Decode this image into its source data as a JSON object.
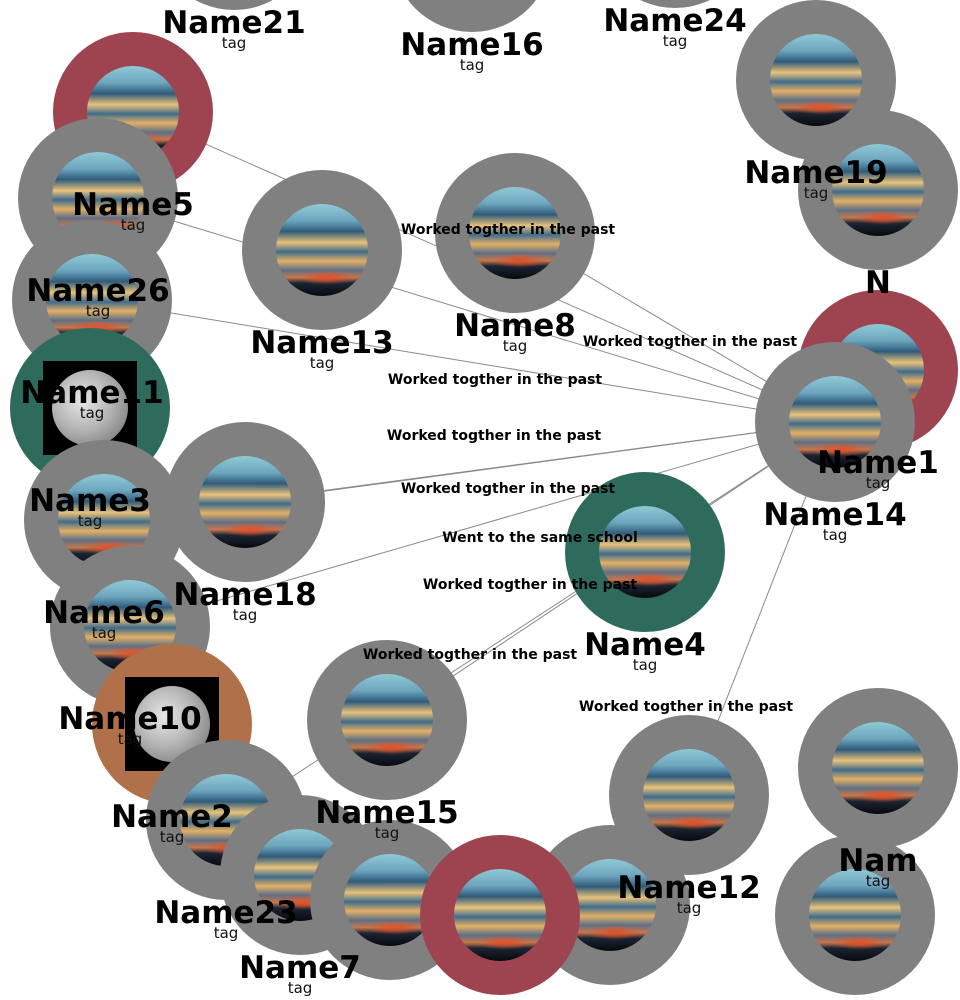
{
  "colors": {
    "default_ring": "#808080",
    "red_ring": "#9e4450",
    "green_ring": "#2e6b5c",
    "orange_ring": "#b0714a",
    "edge": "#8a8a8a"
  },
  "nodes": [
    {
      "name": "Name21",
      "tag": "tag",
      "ring": "#808080",
      "image": "sunset"
    },
    {
      "name": "Name16",
      "tag": "tag",
      "ring": "#808080",
      "image": "sunset"
    },
    {
      "name": "Name24",
      "tag": "tag",
      "ring": "#808080",
      "image": "sunset"
    },
    {
      "name": "Name19",
      "tag": "tag",
      "ring": "#808080",
      "image": "sunset"
    },
    {
      "name": "Name5",
      "tag": "tag",
      "ring": "#9e4450",
      "image": "sunset"
    },
    {
      "name": "Name26",
      "tag": "tag",
      "ring": "#808080",
      "image": "sunset"
    },
    {
      "name": "Name11",
      "tag": "tag",
      "ring": "#808080",
      "image": "sunset"
    },
    {
      "name": "Name3",
      "tag": "tag",
      "ring": "#2e6b5c",
      "image": "moon"
    },
    {
      "name": "Name6",
      "tag": "tag",
      "ring": "#808080",
      "image": "sunset"
    },
    {
      "name": "Name10",
      "tag": "tag",
      "ring": "#808080",
      "image": "sunset"
    },
    {
      "name": "Name2",
      "tag": "tag",
      "ring": "#b0714a",
      "image": "moon"
    },
    {
      "name": "Name23",
      "tag": "tag",
      "ring": "#808080",
      "image": "sunset"
    },
    {
      "name": "Name7",
      "tag": "tag",
      "ring": "#808080",
      "image": "sunset"
    },
    {
      "name": "Name13",
      "tag": "tag",
      "ring": "#808080",
      "image": "sunset"
    },
    {
      "name": "Name8",
      "tag": "tag",
      "ring": "#808080",
      "image": "sunset"
    },
    {
      "name": "Name18",
      "tag": "tag",
      "ring": "#808080",
      "image": "sunset"
    },
    {
      "name": "Name15",
      "tag": "tag",
      "ring": "#808080",
      "image": "sunset"
    },
    {
      "name": "Name4",
      "tag": "tag",
      "ring": "#2e6b5c",
      "image": "sunset"
    },
    {
      "name": "Name1",
      "tag": "tag",
      "ring": "#9e4450",
      "image": "sunset"
    },
    {
      "name": "Name14",
      "tag": "tag",
      "ring": "#808080",
      "image": "sunset"
    },
    {
      "name": "Name12",
      "tag": "tag",
      "ring": "#808080",
      "image": "sunset"
    },
    {
      "name": "N",
      "tag": "",
      "ring": "#808080",
      "image": "sunset"
    },
    {
      "name": "Nam",
      "tag": "tag",
      "ring": "#808080",
      "image": "sunset"
    },
    {
      "name": "",
      "tag": "",
      "ring": "#808080",
      "image": "sunset"
    },
    {
      "name": "",
      "tag": "",
      "ring": "#808080",
      "image": "sunset"
    },
    {
      "name": "",
      "tag": "",
      "ring": "#808080",
      "image": "sunset"
    },
    {
      "name": "",
      "tag": "",
      "ring": "#9e4450",
      "image": "sunset"
    }
  ],
  "edges": [
    {
      "label": "Worked togther in the past"
    },
    {
      "label": "Worked togther in the past"
    },
    {
      "label": "Worked togther in the past"
    },
    {
      "label": "Worked togther in the past"
    },
    {
      "label": "Worked togther in the past"
    },
    {
      "label": "Worked togther in the past"
    },
    {
      "label": "Went to the same school"
    },
    {
      "label": "Worked togther in the past"
    },
    {
      "label": "Worked togther in the past"
    },
    {
      "label": "Worked togther in the past"
    },
    {
      "label": ""
    }
  ]
}
